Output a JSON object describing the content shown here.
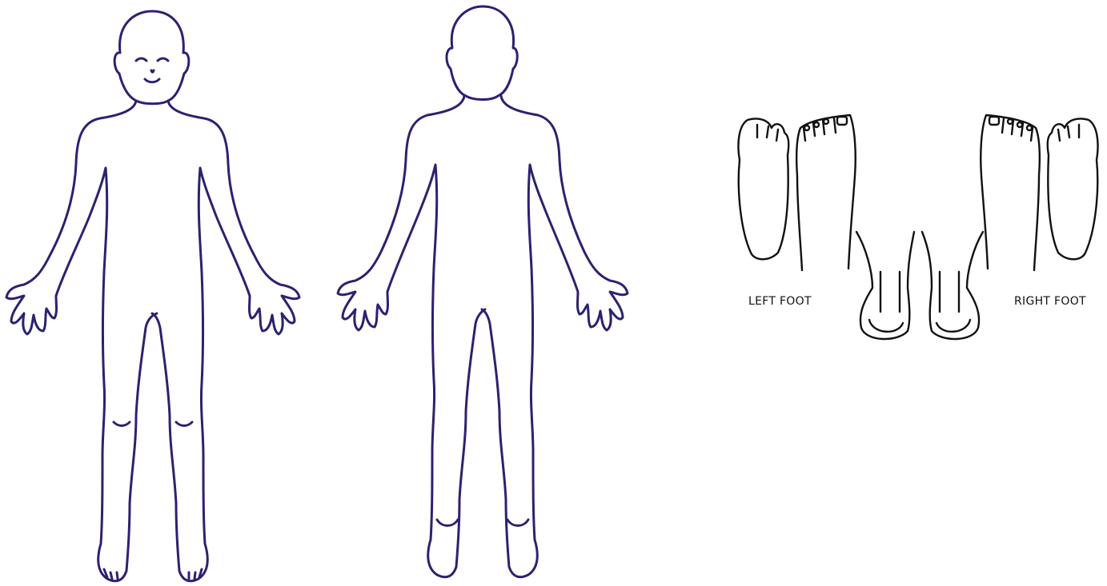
{
  "labels": {
    "left_foot": "LEFT FOOT",
    "right_foot": "RIGHT FOOT"
  },
  "colors": {
    "body_outline": "#2b2270",
    "feet_outline": "#111111",
    "label_text": "#111111",
    "background": "#ffffff"
  },
  "figures": {
    "front": "front-body-outline",
    "back": "back-body-outline",
    "feet": "feet-views"
  }
}
